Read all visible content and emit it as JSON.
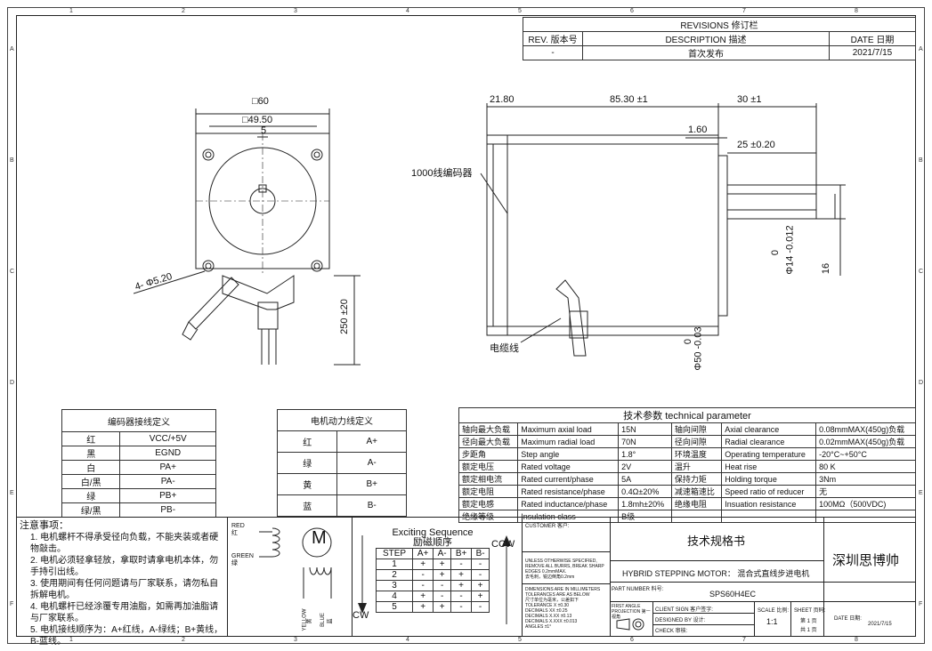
{
  "zones": {
    "cols": [
      "1",
      "2",
      "3",
      "4",
      "5",
      "6",
      "7",
      "8"
    ],
    "rows": [
      "A",
      "B",
      "C",
      "D",
      "E",
      "F"
    ]
  },
  "revisions": {
    "title": "REVISIONS 修订栏",
    "headers": [
      "REV. 版本号",
      "DESCRIPTION 描述",
      "DATE 日期"
    ],
    "row": [
      "-",
      "首次发布",
      "2021/7/15"
    ]
  },
  "front_view": {
    "square": "□60",
    "inner_square": "□49.50",
    "key": "5",
    "holes": "4- Φ5.20",
    "cable_len": "250 ±20"
  },
  "side_view": {
    "d1": "21.80",
    "d2": "85.30 ±1",
    "d3": "30 ±1",
    "d4": "1.60",
    "d5": "25 ±0.20",
    "encoder": "1000线编码器",
    "cable": "电缆线",
    "shaft_top": "0",
    "shaft_dia": "Φ14 -0.012",
    "flat": "16",
    "boss_top": "0",
    "boss_dia": "Φ50 -0.03"
  },
  "encoder_table": {
    "title": "编码器接线定义",
    "rows": [
      [
        "红",
        "VCC/+5V"
      ],
      [
        "黑",
        "EGND"
      ],
      [
        "白",
        "PA+"
      ],
      [
        "白/黑",
        "PA-"
      ],
      [
        "绿",
        "PB+"
      ],
      [
        "绿/黑",
        "PB-"
      ]
    ]
  },
  "power_table": {
    "title": "电机动力线定义",
    "rows": [
      [
        "红",
        "A+"
      ],
      [
        "绿",
        "A-"
      ],
      [
        "黄",
        "B+"
      ],
      [
        "蓝",
        "B-"
      ]
    ]
  },
  "tech": {
    "title": "技术参数      technical parameter",
    "rows": [
      [
        "轴向最大负载",
        "Maximum axial load",
        "15N",
        "轴向间隙",
        "Axial clearance",
        "0.08mmMAX(450g)负载"
      ],
      [
        "径向最大负载",
        "Maximum radial load",
        "70N",
        "径向间隙",
        "Radial clearance",
        "0.02mmMAX(450g)负载"
      ],
      [
        "步距角",
        "Step angle",
        "1.8°",
        "环境温度",
        "Operating temperature",
        "-20°C~+50°C"
      ],
      [
        "额定电压",
        "Rated voltage",
        "2V",
        "温升",
        "Heat  rise",
        "80 K"
      ],
      [
        "额定相电流",
        "Rated current/phase",
        "5A",
        "保持力矩",
        "Holding torque",
        "3Nm"
      ],
      [
        "额定电阻",
        "Rated resistance/phase",
        "0.4Ω±20%",
        "减速箱速比",
        "Speed ratio of reducer",
        "无"
      ],
      [
        "额定电感",
        "Rated inductance/phase",
        "1.8mh±20%",
        "绝缘电阻",
        "Insuation resistance",
        "100MΩ（500VDC)"
      ],
      [
        "绝缘等级",
        "Insulation class",
        "B级",
        "",
        "",
        ""
      ]
    ]
  },
  "notes": {
    "title": "注意事项：",
    "items": [
      "1. 电机螺杆不得承受径向负载，不能夹装或者硬物敲击。",
      "2. 电机必须轻拿轻放，拿取时请拿电机本体，勿手持引出线。",
      "3. 使用期间有任何问题请与厂家联系，请勿私自拆解电机。",
      "4. 电机螺杆已经涂覆专用油脂，如需再加油脂请与厂家联系。",
      "5. 电机接线顺序为：A+红线，A-绿线；B+黄线，B-蓝线。"
    ]
  },
  "wiring": {
    "red": "RED",
    "red_cn": "红",
    "green": "GREEN",
    "green_cn": "绿",
    "motor": "M",
    "yellow": "YELLOW",
    "yellow_cn": "黄",
    "blue": "BLUE",
    "blue_cn": "蓝"
  },
  "sequence": {
    "title": "Exciting Sequence",
    "title_cn": "励磁顺序",
    "ccw": "CCW",
    "cw": "CW",
    "headers": [
      "STEP",
      "A+",
      "A-",
      "B+",
      "B-"
    ],
    "rows": [
      [
        "1",
        "+",
        "+",
        "-",
        "-"
      ],
      [
        "2",
        "-",
        "+",
        "+",
        "-"
      ],
      [
        "3",
        "-",
        "-",
        "+",
        "+"
      ],
      [
        "4",
        "+",
        "-",
        "-",
        "+"
      ],
      [
        "5",
        "+",
        "+",
        "-",
        "-"
      ]
    ]
  },
  "titleblock": {
    "customer": "CUSTOMER 客户:",
    "unless": "UNLESS OTHERWISE SPECIFIED, REMOVE ALL BURRS, BREAK SHARP EDGES 0.2mmMAX.",
    "unless_cn": "去毛刺，锐边倒角0.2mm",
    "dims": "DIMENSIONS ARE IN MILLIMETERS TOLERANCES ARE AS BELOW",
    "dims_cn": "尺寸单位为毫米，公差如下",
    "tol": [
      [
        "TOLERANCE",
        "X",
        "±0.30"
      ],
      [
        "DECIMALS",
        "XX",
        "±0.25"
      ],
      [
        "DECIMALS",
        "X.XX",
        "±0.13"
      ],
      [
        "DECIMALS",
        "X.XXX",
        "±0.013"
      ],
      [
        "ANGLES",
        "",
        "±1°"
      ]
    ],
    "spec_title": "技术规格书",
    "product": "HYBRID STEPPING MOTOR： 混合式直线步进电机",
    "part_label": "PART NUMBER 料号:",
    "part_number": "SPS60H4EC",
    "first_angle": "FIRST ANGLE PROJECTION 第一视角",
    "client_sign": "CLIENT SIGN 客户签字:",
    "designed": "DESIGNED BY  设计:",
    "check": "CHECK       审核:",
    "scale_label": "SCALE 比例:",
    "scale": "1:1",
    "sheet_label": "SHEET 页码:",
    "sheet1": "第 1 页",
    "sheet2": "共 1 页",
    "company": "深圳思博帅",
    "date_label": "DATE 日期:",
    "date": "2021/7/15"
  }
}
